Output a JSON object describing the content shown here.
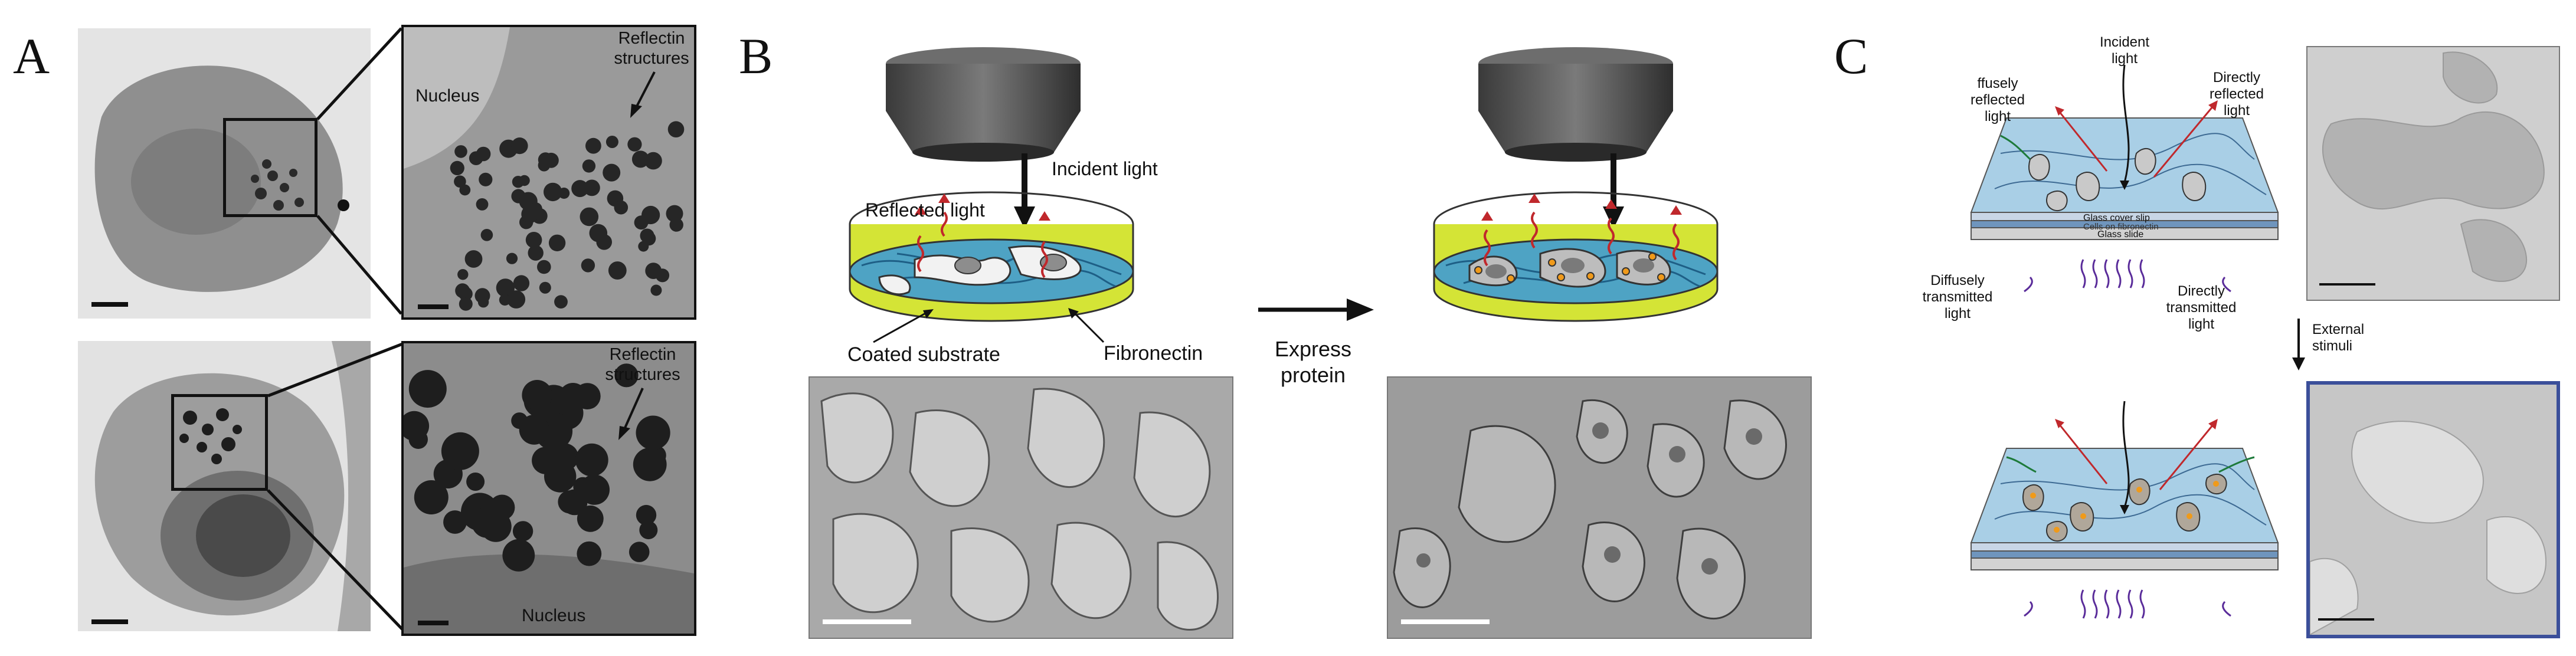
{
  "panels": {
    "A": {
      "letter": "A",
      "top_nucleus": "Nucleus",
      "top_reflectin": "Reflectin structures",
      "bottom_reflectin": "Reflectin structures",
      "bottom_nucleus": "Nucleus"
    },
    "B": {
      "letter": "B",
      "incident": "Incident light",
      "reflected": "Reflected light",
      "coated": "Coated substrate",
      "fibronectin": "Fibronectin",
      "express": "Express protein"
    },
    "C": {
      "letter": "C",
      "incident": "Incident light",
      "diffusely_reflected": "ffusely reflected light",
      "directly_reflected": "Directly reflected light",
      "glass_cover": "Glass cover slip",
      "cells": "Cells on fibronectin",
      "glass_slide": "Glass slide",
      "diffusely_transmitted": "Diffusely transmitted light",
      "directly_transmitted": "Directly transmitted light",
      "external": "External stimuli"
    }
  },
  "colors": {
    "red_arrow": "#c0282c",
    "water_blue": "#4ea3c4",
    "lime": "#d4e436",
    "purple": "#5a2c9a",
    "frame_blue": "#3b4f9a"
  },
  "icons": [
    "objective-lens-icon",
    "petri-dish-icon",
    "arrow-right-icon",
    "arrow-down-icon"
  ]
}
